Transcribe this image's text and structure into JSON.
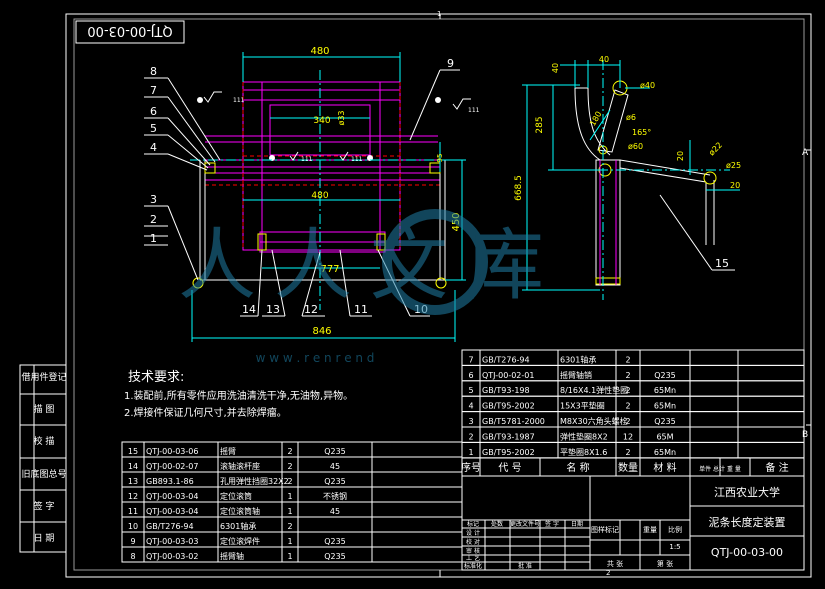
{
  "drawing_number_box": "QTJ-00-03-00",
  "colors": {
    "background": "#000000",
    "frame": "#ffffff",
    "dimension": "#00ffff",
    "part": "#ff00ff",
    "text": "#ffff00",
    "table_text": "#ffffff",
    "dashed": "#ff0000",
    "green": "#00ff00"
  },
  "dims_left": {
    "d480_top": "480",
    "d340": "340",
    "d33": "ø33",
    "d480_mid": "480",
    "d450": "450",
    "d777": "777",
    "d846": "846",
    "d95": "95",
    "sym111": "111"
  },
  "balloons_left": [
    "8",
    "7",
    "6",
    "5",
    "4",
    "3",
    "2",
    "1",
    "9",
    "14",
    "13",
    "12",
    "11",
    "10"
  ],
  "dims_right": {
    "d40a": "40",
    "d40b": "40",
    "d285": "285",
    "d180": "180",
    "d668": "668.5",
    "d40dia": "ø40",
    "d6": "ø6",
    "d165": "165°",
    "d60": "ø60",
    "d20a": "20",
    "d22": "ø22",
    "d25": "ø25",
    "d20b": "20",
    "balloon15": "15"
  },
  "tech": {
    "title": "技术要求:",
    "line1": "1.装配前,所有零件应用洗油清洗干净,无油物,异物。",
    "line2": "2.焊接件保证几何尺寸,并去除焊瘤。"
  },
  "side_block": [
    "借用件登记",
    "描 图",
    "校 描",
    "旧底图总号",
    "签 字",
    "日 期"
  ],
  "bom_upper": [
    {
      "no": "7",
      "code": "GB/T276-94",
      "name": "6301轴承",
      "qty": "2",
      "mat": ""
    },
    {
      "no": "6",
      "code": "QTJ-00-02-01",
      "name": "摇臂轴销",
      "qty": "2",
      "mat": "Q235"
    },
    {
      "no": "5",
      "code": "GB/T93-198",
      "name": "8/16X4.1弹性垫圈",
      "qty": "2",
      "mat": "65Mn"
    },
    {
      "no": "4",
      "code": "GB/T95-2002",
      "name": "15X3平垫圈",
      "qty": "2",
      "mat": "65Mn"
    },
    {
      "no": "3",
      "code": "GB/T5781-2000",
      "name": "M8X30六角头螺栓",
      "qty": "2",
      "mat": "Q235"
    },
    {
      "no": "2",
      "code": "GB/T93-1987",
      "name": "弹性垫圈8X2",
      "qty": "12",
      "mat": "65M"
    },
    {
      "no": "1",
      "code": "GB/T95-2002",
      "name": "平垫圈8X1.6",
      "qty": "2",
      "mat": "65Mn"
    }
  ],
  "bom_header": [
    "序号",
    "代 号",
    "名 称",
    "数量",
    "材 料",
    "单件 总计 重 量",
    "备 注"
  ],
  "bom_lower": [
    {
      "no": "15",
      "code": "QTJ-00-03-06",
      "name": "摇臂",
      "qty": "2",
      "mat": "Q235"
    },
    {
      "no": "14",
      "code": "QTJ-00-02-07",
      "name": "滚轴滚杆座",
      "qty": "2",
      "mat": "45"
    },
    {
      "no": "13",
      "code": "GB893.1-86",
      "name": "孔用弹性挡圈32X2",
      "qty": "2",
      "mat": "Q235"
    },
    {
      "no": "12",
      "code": "QTJ-00-03-04",
      "name": "定位滚筒",
      "qty": "1",
      "mat": "不锈钢"
    },
    {
      "no": "11",
      "code": "QTJ-00-03-04",
      "name": "定位滚筒轴",
      "qty": "1",
      "mat": "45"
    },
    {
      "no": "10",
      "code": "GB/T276-94",
      "name": "6301轴承",
      "qty": "2",
      "mat": ""
    },
    {
      "no": "9",
      "code": "QTJ-00-03-03",
      "name": "定位滚焊件",
      "qty": "1",
      "mat": "Q235"
    },
    {
      "no": "8",
      "code": "QTJ-00-03-02",
      "name": "摇臂轴",
      "qty": "1",
      "mat": "Q235"
    }
  ],
  "title_block": {
    "school": "江西农业大学",
    "product": "泥条长度定装置",
    "number": "QTJ-00-03-00",
    "scale": "1:5",
    "stage_label": "图样标记",
    "weight_label": "重量",
    "scale_label": "比例",
    "sheet_label": "共 张",
    "sheet_of": "第 张",
    "rev_header": [
      "标记",
      "处数",
      "更改文件号",
      "签 字",
      "日期"
    ],
    "roles": [
      "设 计",
      "校 对",
      "审 核",
      "工 艺",
      "标准化",
      "批 准"
    ]
  },
  "zone_labels": {
    "a": "A",
    "b": "B",
    "one": "1",
    "two": "2"
  },
  "watermark": {
    "brand": "人人文库",
    "url": "w w w . r e n r e n d"
  }
}
